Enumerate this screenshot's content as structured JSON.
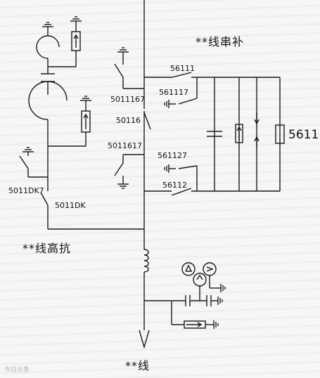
{
  "labels": {
    "series_comp_title": "**线串补",
    "reactor_title": "**线高抗",
    "line_title": "**线",
    "s56111": "56111",
    "s561117": "561117",
    "s5011167": "5011167",
    "s50116": "50116",
    "s5011617": "5011617",
    "s561127": "561127",
    "s56112": "56112",
    "s5611": "5611",
    "s5011DK7": "5011DK7",
    "s5011DK": "5011DK"
  },
  "watermark": "今日头条"
}
